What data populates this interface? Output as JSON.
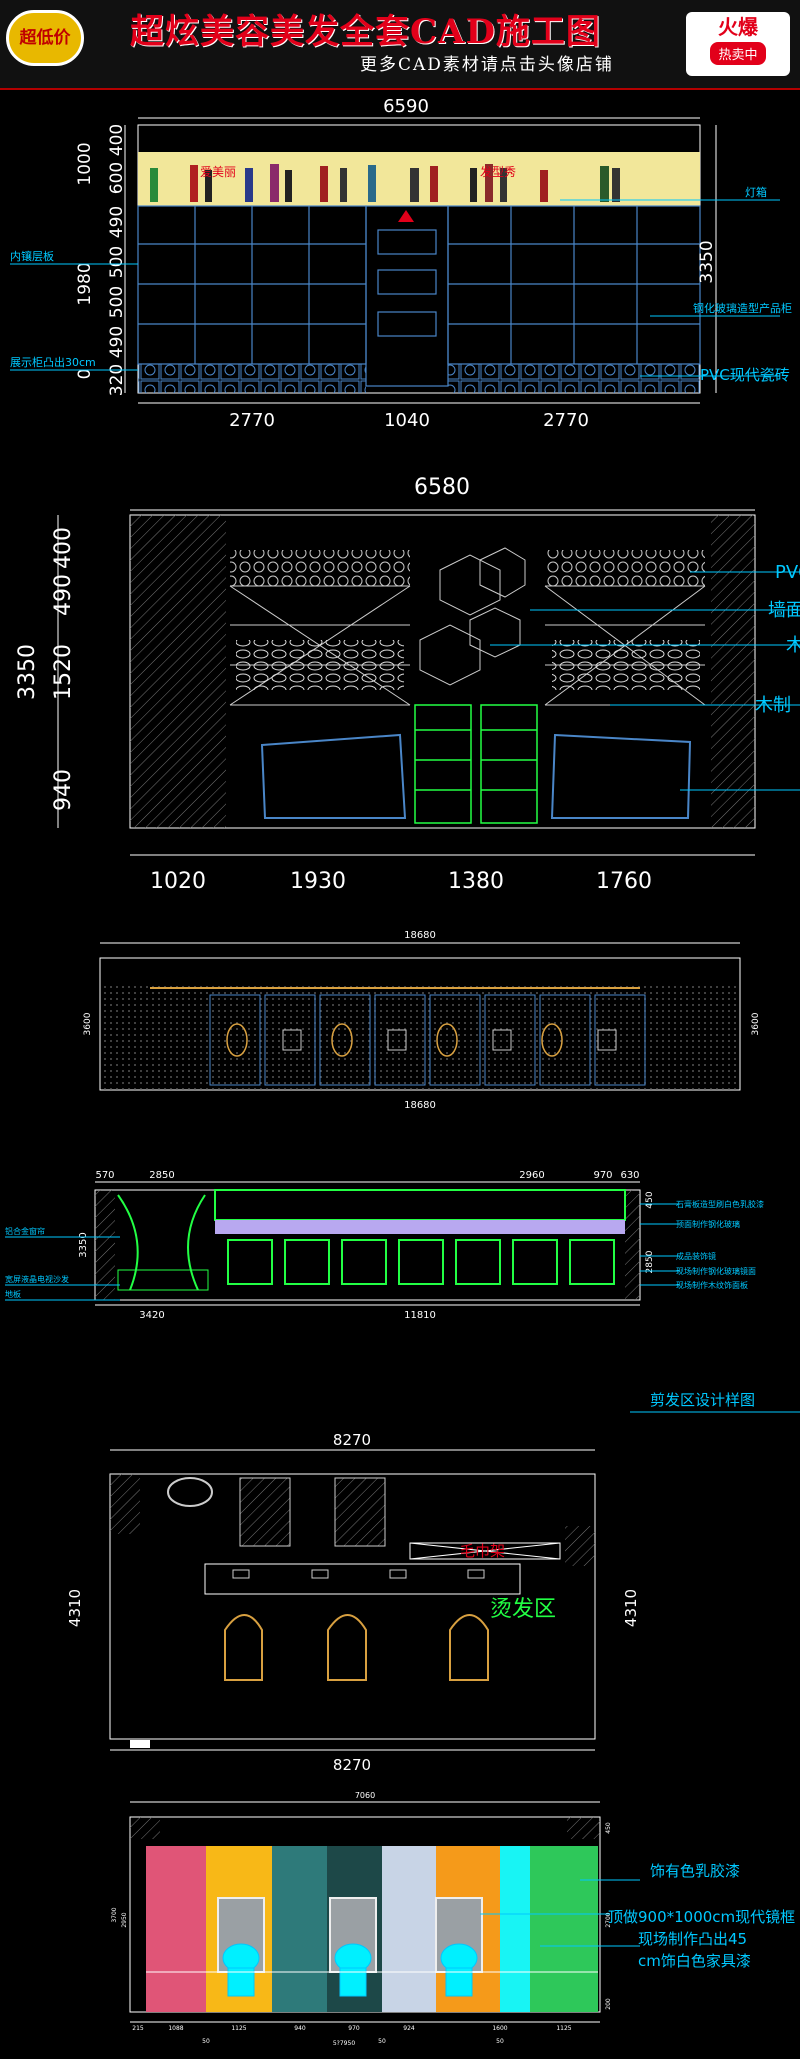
{
  "banner": {
    "title": "超炫美容美发全套CAD施工图",
    "subtitle": "更多CAD素材请点击头像店铺",
    "badge_left": "超低价",
    "badge_right": "火爆",
    "badge_right_sub": "热卖中"
  },
  "colors": {
    "dim": "#ffffff",
    "leader": "#00c8ff",
    "cabinet": "#4a86c8",
    "green": "#22ff44",
    "accent": "#e2001a"
  },
  "elev1": {
    "dim_top": "6590",
    "dim_left": [
      "400",
      "600",
      "1000",
      "490",
      "500",
      "1980",
      "500",
      "490",
      "320",
      "0"
    ],
    "dim_right": "3350",
    "dim_bottom": [
      "2770",
      "1040",
      "2770"
    ],
    "label_left": [
      "内镶层板",
      "展示柜凸出30cm"
    ],
    "label_right": [
      "灯箱",
      "钢化玻璃造型产品柜",
      "PVC现代瓷砖"
    ],
    "lightbox_text": [
      "爱美丽",
      "发型秀"
    ]
  },
  "elev2": {
    "dim_top": "6580",
    "dim_left": [
      "400",
      "490",
      "3350",
      "1520",
      "940"
    ],
    "dim_bottom": [
      "1020",
      "1930",
      "1380",
      "1760"
    ],
    "label_right": [
      "PVC",
      "墙面",
      "木",
      "木制"
    ]
  },
  "elev3": {
    "dim_top": "18680",
    "dim_bottom": "18680",
    "dim_left": "3600",
    "dim_right": "3600"
  },
  "elev4": {
    "dim_top": [
      "570",
      "2850",
      "2960",
      "970",
      "630"
    ],
    "dim_left": "3350",
    "dim_right": [
      "450",
      "2850"
    ],
    "dim_bottom": [
      "3420",
      "11810"
    ],
    "label_left": [
      "铝合金窗帘",
      "宽屏液晶电视沙发",
      "地板"
    ],
    "label_right": [
      "石膏板造型刷白色乳胶漆",
      "顶面制作钢化玻璃",
      "成品装饰镜",
      "现场制作钢化玻璃镜面",
      "现场制作木纹饰面板"
    ],
    "section_label": "剪发区设计样图"
  },
  "plan": {
    "dim_top": "8270",
    "dim_bottom": "8270",
    "dim_left": "4310",
    "dim_right": "4310",
    "towel_label": "毛巾架",
    "zone_label": "烫发区"
  },
  "elev5": {
    "dim_top": "7060",
    "dim_left": [
      "3700",
      "2950"
    ],
    "dim_right": [
      "450",
      "2700",
      "200"
    ],
    "dim_bottom": [
      "215",
      "1088",
      "1125",
      "940",
      "970",
      "924",
      "1600",
      "1125"
    ],
    "dim_bottom2": [
      "50",
      "50",
      "50"
    ],
    "dim_bottom_total": "5?7950",
    "panel_colors": [
      "#e05577",
      "#f8b817",
      "#2e7a7a",
      "#1d4848",
      "#c8d4e6",
      "#f59a1a",
      "#18f4f4",
      "#2ec85a"
    ],
    "label_right": [
      "饰有色乳胶漆",
      "顶做900*1000cm现代镜框",
      "现场制作凸出45",
      "cm饰白色家具漆"
    ]
  }
}
